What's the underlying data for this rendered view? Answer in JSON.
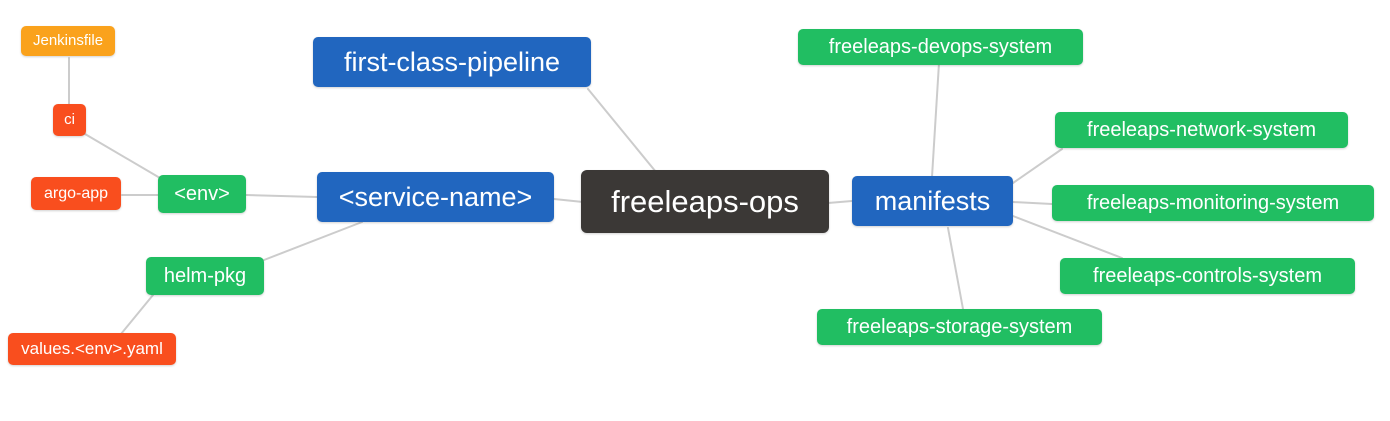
{
  "diagram": {
    "type": "mindmap",
    "root_label": "freeleaps-ops",
    "palette": {
      "root_bg": "#3b3836",
      "branch_bg": "#2166bf",
      "green_bg": "#21be62",
      "orange_bg": "#faa21c",
      "red_bg": "#f94e1e",
      "text": "#ffffff",
      "edge": "#cccccc"
    },
    "nodes": [
      {
        "id": "jenkinsfile",
        "label": "Jenkinsfile",
        "color": "orange"
      },
      {
        "id": "ci",
        "label": "ci",
        "color": "red"
      },
      {
        "id": "argo-app",
        "label": "argo-app",
        "color": "red"
      },
      {
        "id": "env",
        "label": "<env>",
        "color": "green"
      },
      {
        "id": "helm-pkg",
        "label": "helm-pkg",
        "color": "green"
      },
      {
        "id": "values-env-yaml",
        "label": "values.<env>.yaml",
        "color": "red"
      },
      {
        "id": "first-class-pipeline",
        "label": "first-class-pipeline",
        "color": "blue"
      },
      {
        "id": "service-name",
        "label": "<service-name>",
        "color": "blue"
      },
      {
        "id": "freeleaps-ops",
        "label": "freeleaps-ops",
        "color": "root"
      },
      {
        "id": "manifests",
        "label": "manifests",
        "color": "blue"
      },
      {
        "id": "freeleaps-devops-system",
        "label": "freeleaps-devops-system",
        "color": "green"
      },
      {
        "id": "freeleaps-network-system",
        "label": "freeleaps-network-system",
        "color": "green"
      },
      {
        "id": "freeleaps-monitoring-system",
        "label": "freeleaps-monitoring-system",
        "color": "green"
      },
      {
        "id": "freeleaps-controls-system",
        "label": "freeleaps-controls-system",
        "color": "green"
      },
      {
        "id": "freeleaps-storage-system",
        "label": "freeleaps-storage-system",
        "color": "green"
      }
    ],
    "edges": [
      [
        "jenkinsfile",
        "ci"
      ],
      [
        "ci",
        "env"
      ],
      [
        "argo-app",
        "env"
      ],
      [
        "env",
        "service-name"
      ],
      [
        "service-name",
        "helm-pkg"
      ],
      [
        "helm-pkg",
        "values-env-yaml"
      ],
      [
        "first-class-pipeline",
        "freeleaps-ops"
      ],
      [
        "service-name",
        "freeleaps-ops"
      ],
      [
        "freeleaps-ops",
        "manifests"
      ],
      [
        "manifests",
        "freeleaps-devops-system"
      ],
      [
        "manifests",
        "freeleaps-network-system"
      ],
      [
        "manifests",
        "freeleaps-monitoring-system"
      ],
      [
        "manifests",
        "freeleaps-controls-system"
      ],
      [
        "manifests",
        "freeleaps-storage-system"
      ]
    ]
  }
}
